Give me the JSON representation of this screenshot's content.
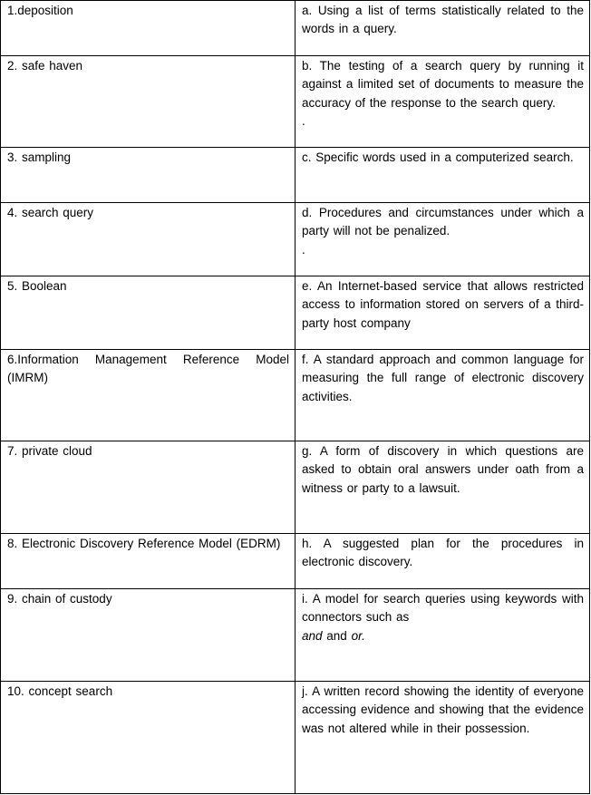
{
  "rows": [
    {
      "term": "1.deposition",
      "def": [
        "a. Using a list of terms statistically related to the words in a query."
      ]
    },
    {
      "term": "2. safe haven",
      "def": [
        "b. The testing of a search query by running it against a limited set of documents to measure the accuracy of the response to the search query."
      ],
      "trail": "."
    },
    {
      "term": "3. sampling",
      "def": [
        "c. Specific words used in a computerized search."
      ]
    },
    {
      "term": "4. search query",
      "def": [
        "d. Procedures and circumstances under which a party will not be penalized."
      ],
      "trail": "."
    },
    {
      "term": "5. Boolean",
      "def": [
        "e. An Internet-based service that allows restricted access to information stored on servers of a third-party host company"
      ]
    },
    {
      "term": "6.Information Management Reference Model (IMRM)",
      "def": [
        "f. A standard approach and common language for measuring the full range of electronic discovery activities."
      ]
    },
    {
      "term": "7. private cloud",
      "def": [
        "g. A form of discovery in which questions are asked to obtain oral answers under oath from a witness or party to a lawsuit."
      ]
    },
    {
      "term": "8. Electronic Discovery Reference Model (EDRM)",
      "def": [
        "h. A suggested plan for the procedures in electronic discovery."
      ]
    },
    {
      "term": "9. chain of custody",
      "def": [
        "i. A model for search queries using keywords with connectors such as"
      ],
      "italic_a": "and",
      "mid": " and ",
      "italic_b": "or."
    },
    {
      "term": "10. concept search",
      "def": [
        "j. A written record showing the identity of everyone accessing evidence and showing that the evidence was not altered while in their possession."
      ]
    }
  ]
}
